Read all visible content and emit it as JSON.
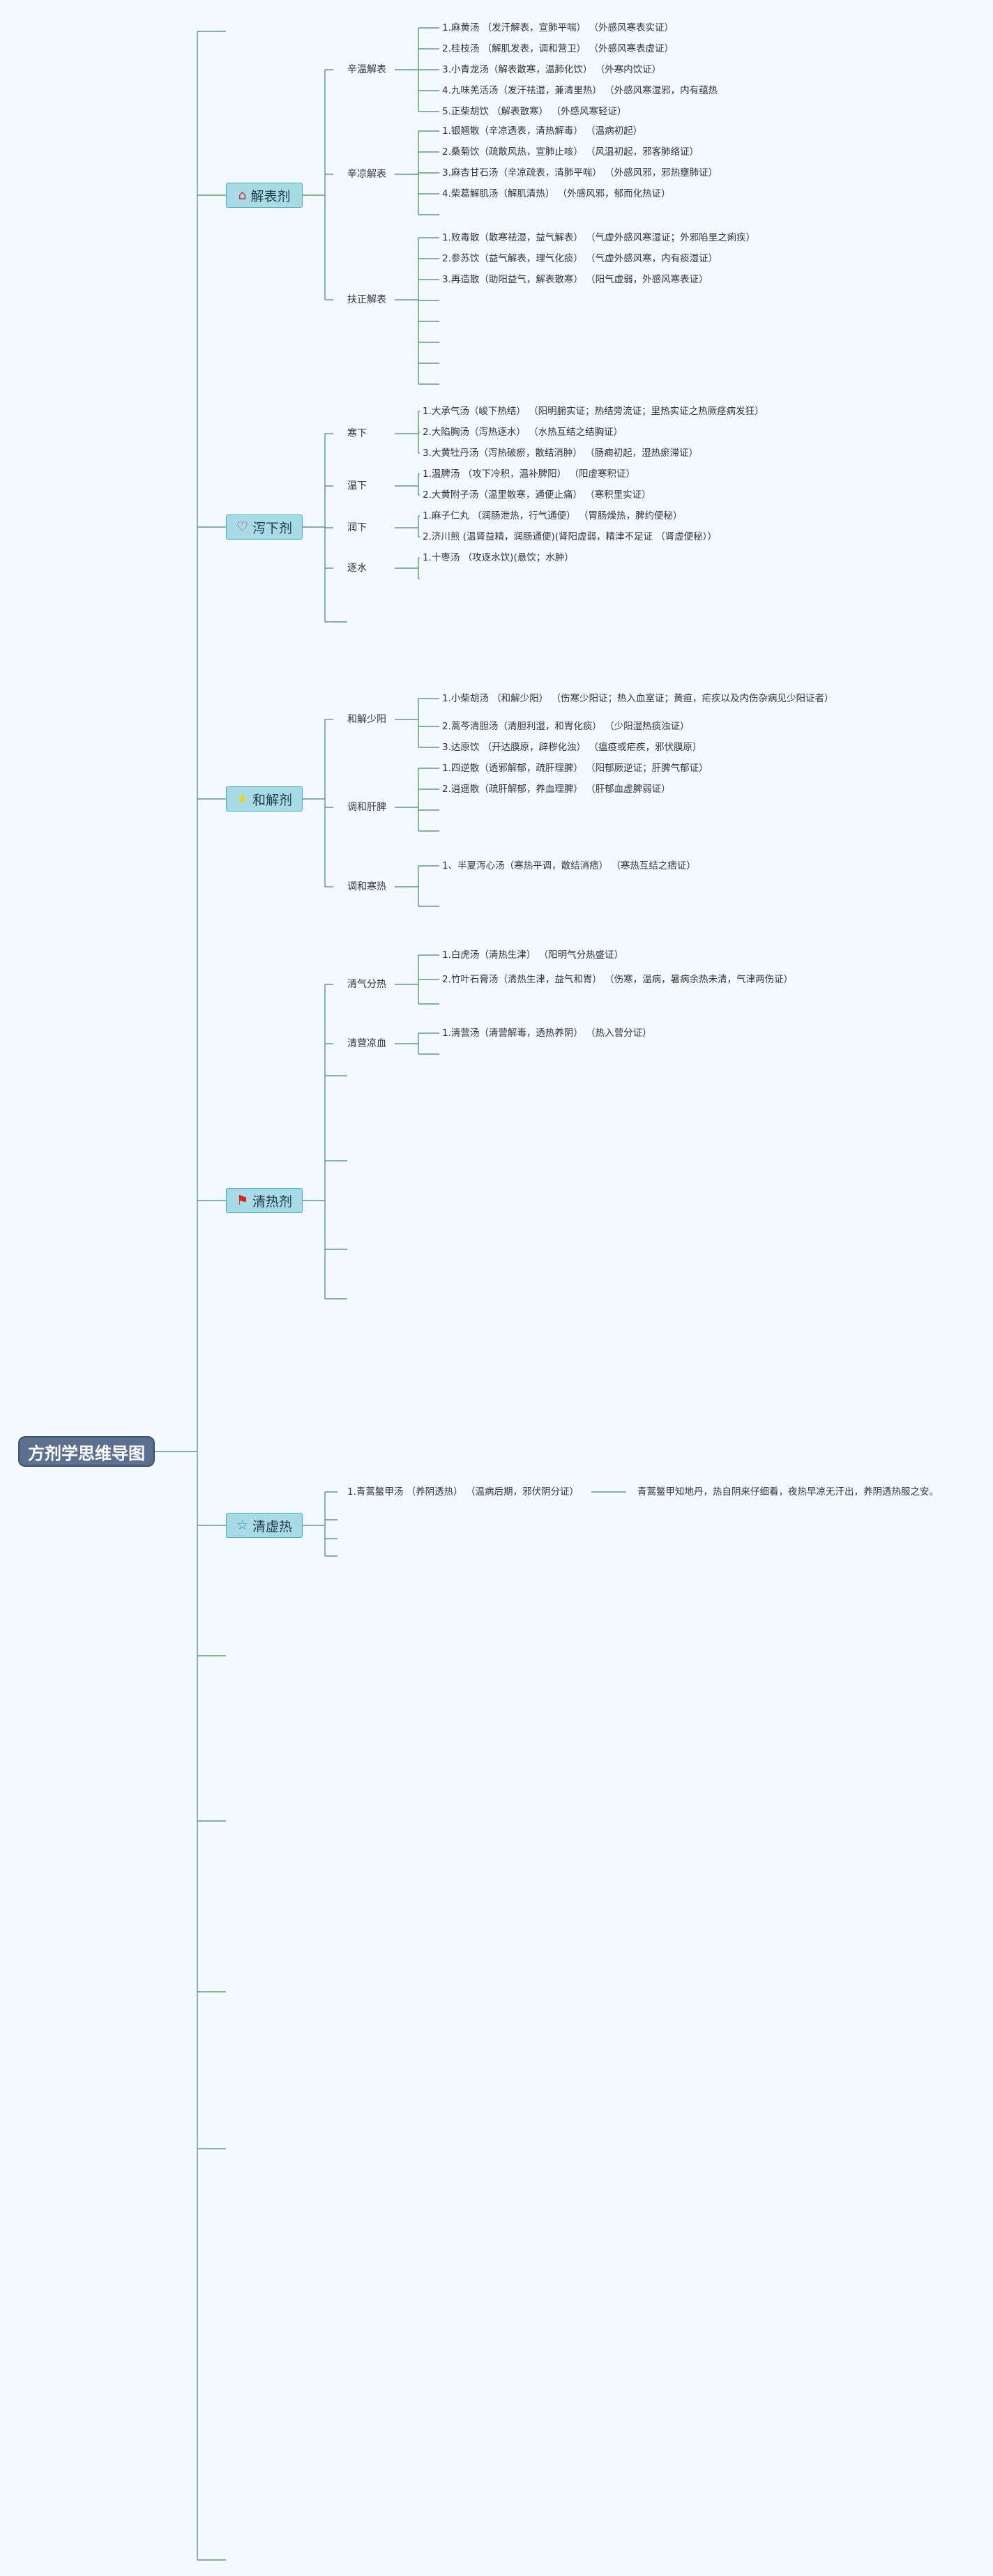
{
  "root": {
    "label": "方剂学思维导图"
  },
  "branches": [
    {
      "label": "解表剂",
      "icon": "house-icon",
      "subs": [
        {
          "label": "辛温解表",
          "items": [
            "1.麻黄汤 （发汗解表，宣肺平喘） （外感风寒表实证）",
            "2.桂枝汤 （解肌发表，调和营卫） （外感风寒表虚证）",
            "3.小青龙汤（解表散寒，温肺化饮） （外寒内饮证）",
            "4.九味羌活汤（发汗祛湿，兼清里热） （外感风寒湿邪，内有蕴热",
            "5.正柴胡饮 （解表散寒） （外感风寒轻证）"
          ]
        },
        {
          "label": "辛凉解表",
          "items": [
            "1.银翘散（辛凉透表，清热解毒） （温病初起）",
            "2.桑菊饮（疏散风热，宣肺止咳） （风温初起，邪客肺络证）",
            "3.麻杏甘石汤（辛凉疏表，清肺平喘） （外感风邪，邪热壅肺证）",
            "4.柴葛解肌汤（解肌清热） （外感风邪，郁而化热证）",
            ""
          ]
        },
        {
          "label": "扶正解表",
          "items": [
            "1.败毒散（散寒祛湿，益气解表） （气虚外感风寒湿证；外邪陷里之痢疾）",
            "2.参苏饮（益气解表，理气化痰） （气虚外感风寒，内有痰湿证）",
            "3.再造散（助阳益气，解表散寒） （阳气虚弱，外感风寒表证）",
            "",
            "",
            "",
            "",
            ""
          ]
        }
      ]
    },
    {
      "label": "泻下剂",
      "icon": "heart-icon",
      "subs": [
        {
          "label": "寒下",
          "items": [
            "1.大承气汤（峻下热结） （阳明腑实证；热结旁流证；里热实证之热厥痉病发狂）",
            "2.大陷胸汤（泻热逐水） （水热互结之结胸证）",
            "3.大黄牡丹汤（泻热破瘀，散结消肿） （肠痈初起，湿热瘀滞证）"
          ]
        },
        {
          "label": "温下",
          "items": [
            "1.温脾汤 （攻下冷积，温补脾阳） （阳虚寒积证）",
            "2.大黄附子汤（温里散寒，通便止痛） （寒积里实证）"
          ]
        },
        {
          "label": "润下",
          "items": [
            "1.麻子仁丸 （润肠泄热，行气通便） （胃肠燥热，脾约便秘）",
            "2.济川煎 (温肾益精，润肠通便)(肾阳虚弱，精津不足证 （肾虚便秘））"
          ]
        },
        {
          "label": "逐水",
          "items": [
            "1.十枣汤 （攻逐水饮)(悬饮；水肿）",
            ""
          ]
        },
        {
          "label": "",
          "items": []
        }
      ]
    },
    {
      "label": "和解剂",
      "icon": "star-icon",
      "subs": [
        {
          "label": "和解少阳",
          "items": [
            "1.小柴胡汤 （和解少阳） （伤寒少阳证；热入血室证；黄疸，疟疾以及内伤杂病见少阳证者）",
            "2.蒿芩清胆汤（清胆利湿，和胃化痰） （少阳湿热痰浊证）",
            "3.达原饮 （开达膜原，辟秽化浊） （瘟疫或疟疾，邪伏膜原）"
          ]
        },
        {
          "label": "调和肝脾",
          "items": [
            "1.四逆散（透邪解郁，疏肝理脾） （阳郁厥逆证；肝脾气郁证）",
            "2.逍遥散（疏肝解郁，养血理脾） （肝郁血虚脾弱证）",
            "",
            ""
          ]
        },
        {
          "label": "调和寒热",
          "items": [
            "1、半夏泻心汤（寒热平调，散结消痞） （寒热互结之痞证）",
            ""
          ]
        }
      ]
    },
    {
      "label": "清热剂",
      "icon": "flag-icon",
      "subs": [
        {
          "label": "清气分热",
          "items": [
            "1.白虎汤（清热生津） （阳明气分热盛证）",
            "2.竹叶石膏汤（清热生津，益气和胃） （伤寒，温病，暑病余热未清，气津两伤证）",
            ""
          ]
        },
        {
          "label": "清营凉血",
          "items": [
            "1.清营汤（清营解毒，透热养阴） （热入营分证）",
            ""
          ]
        },
        {
          "label": "",
          "items": []
        },
        {
          "label": "",
          "items": []
        },
        {
          "label": "",
          "items": []
        },
        {
          "label": "",
          "items": []
        }
      ]
    },
    {
      "label": "清虚热",
      "icon": "star-outline-icon",
      "items": [
        "1.青蒿鳖甲汤 （养阴透热） （温病后期，邪伏阴分证）",
        "",
        "",
        ""
      ],
      "note": "青蒿鳖甲知地丹，热自阴来仔细看，夜热早凉无汗出，养阴透热服之安。"
    }
  ],
  "colors": {
    "line": "#3f8a69",
    "root_bg": "#5b6f8f",
    "branch_bg": "#a9dbe7",
    "branch_border": "#4aa9c2",
    "heart": "#c0304a",
    "flag": "#d8231e",
    "star": "#e8cf32",
    "house": "#c0304a",
    "star_outline": "#2b8fc4"
  }
}
